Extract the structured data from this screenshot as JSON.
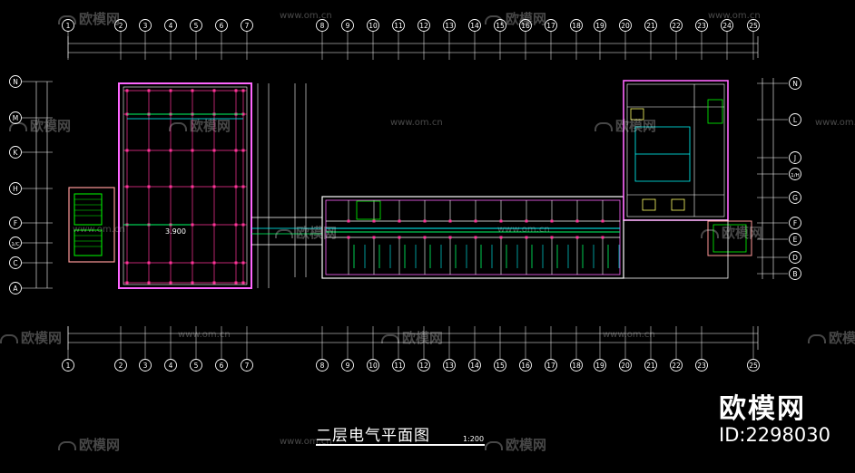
{
  "drawing": {
    "title": "二层电气平面图",
    "scale": "1:200",
    "elevation_label": "3.900"
  },
  "grid_top": [
    "1",
    "2",
    "3",
    "4",
    "5",
    "6",
    "7",
    "8",
    "9",
    "10",
    "11",
    "12",
    "13",
    "14",
    "15",
    "16",
    "17",
    "18",
    "19",
    "20",
    "21",
    "22",
    "23",
    "24",
    "25"
  ],
  "grid_bottom": [
    "1",
    "2",
    "3",
    "4",
    "5",
    "6",
    "7",
    "8",
    "9",
    "10",
    "11",
    "12",
    "13",
    "14",
    "15",
    "16",
    "17",
    "18",
    "19",
    "20",
    "21",
    "22",
    "23",
    "25"
  ],
  "grid_left": [
    "N",
    "M",
    "K",
    "H",
    "F",
    "1/C",
    "C",
    "A"
  ],
  "grid_right": [
    "N",
    "L",
    "J",
    "1/H",
    "G",
    "F",
    "E",
    "D",
    "B"
  ],
  "watermark": {
    "brand": "欧模网",
    "url": "www.om.cn",
    "id_text": "ID:2298030"
  },
  "colors": {
    "background": "#000000",
    "wall": "#ffffff",
    "wall_alt": "#ff66ff",
    "light_circuit": "#00ff66",
    "power_circuit": "#00ffff",
    "grid_node": "#ff3399",
    "stair": "#00ff00"
  }
}
